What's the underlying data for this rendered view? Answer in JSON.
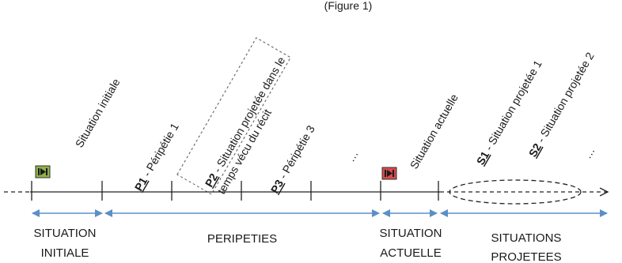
{
  "header_fragment": "(Figure 1)",
  "timeline_labels": {
    "situation_initiale": "Situation initiale",
    "p1_code": "P1",
    "p1_text": " - Péripétie 1",
    "p2_code": "P2",
    "p2_text_line1": " - Situation projetée dans le",
    "p2_text_line2": "temps vécu du récit",
    "p3_code": "P3",
    "p3_text": " - Péripétie 3",
    "ellipsis_peripeties": "…",
    "situation_actuelle": "Situation actuelle",
    "s1_code": "S1",
    "s1_text": " - Situation projetée 1",
    "s2_code": "S2",
    "s2_text": " - Situation projetée 2",
    "ellipsis_projections": "…"
  },
  "sections": {
    "initiale_line1": "SITUATION",
    "initiale_line2": "INITIALE",
    "peripeties": "PERIPETIES",
    "actuelle_line1": "SITUATION",
    "actuelle_line2": "ACTUELLE",
    "projetees_line1": "SITUATIONS",
    "projetees_line2": "PROJETEES"
  },
  "icons": {
    "start_marker": "play-forward-icon",
    "current_marker": "play-forward-icon",
    "start_color": "#8fb04a",
    "current_color": "#d84a4a",
    "arrow_color": "#5b8fc7"
  }
}
